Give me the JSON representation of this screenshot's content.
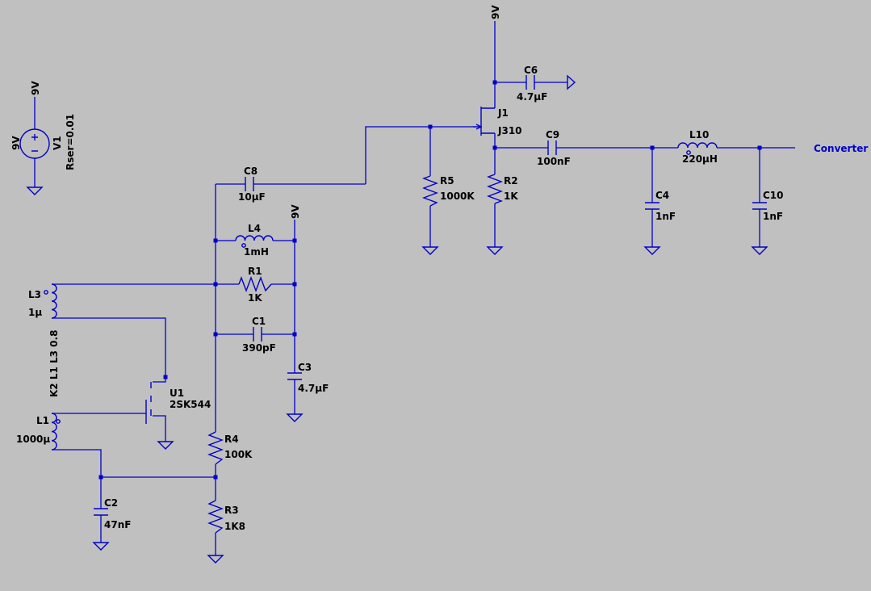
{
  "components": {
    "V1": {
      "ref": "V1",
      "value": "9V",
      "extra": "Rser=0.01",
      "net": "9V"
    },
    "J1": {
      "ref": "J1",
      "value": "J310"
    },
    "C6": {
      "ref": "C6",
      "value": "4.7µF"
    },
    "C9": {
      "ref": "C9",
      "value": "100nF"
    },
    "L10": {
      "ref": "L10",
      "value": "220µH"
    },
    "C8": {
      "ref": "C8",
      "value": "10µF"
    },
    "R5": {
      "ref": "R5",
      "value": "1000K"
    },
    "R2": {
      "ref": "R2",
      "value": "1K"
    },
    "C4": {
      "ref": "C4",
      "value": "1nF"
    },
    "C10": {
      "ref": "C10",
      "value": "1nF"
    },
    "L4": {
      "ref": "L4",
      "value": "1mH"
    },
    "R1": {
      "ref": "R1",
      "value": "1K"
    },
    "C1": {
      "ref": "C1",
      "value": "390pF"
    },
    "C3": {
      "ref": "C3",
      "value": "4.7µF"
    },
    "L3": {
      "ref": "L3",
      "value": "1µ"
    },
    "U1": {
      "ref": "U1",
      "value": "2SK544"
    },
    "L1": {
      "ref": "L1",
      "value": "1000µ"
    },
    "R4": {
      "ref": "R4",
      "value": "100K"
    },
    "R3": {
      "ref": "R3",
      "value": "1K8"
    },
    "C2": {
      "ref": "C2",
      "value": "47nF"
    }
  },
  "nets": {
    "supply_top": "9V",
    "supply_mid": "9V",
    "output": "Converter"
  },
  "directive": "K2 L1 L3 0.8",
  "colors": {
    "background": "#c0c0c0",
    "wire": "#0000c8",
    "text": "#000000",
    "netlabel": "#0000cc"
  }
}
